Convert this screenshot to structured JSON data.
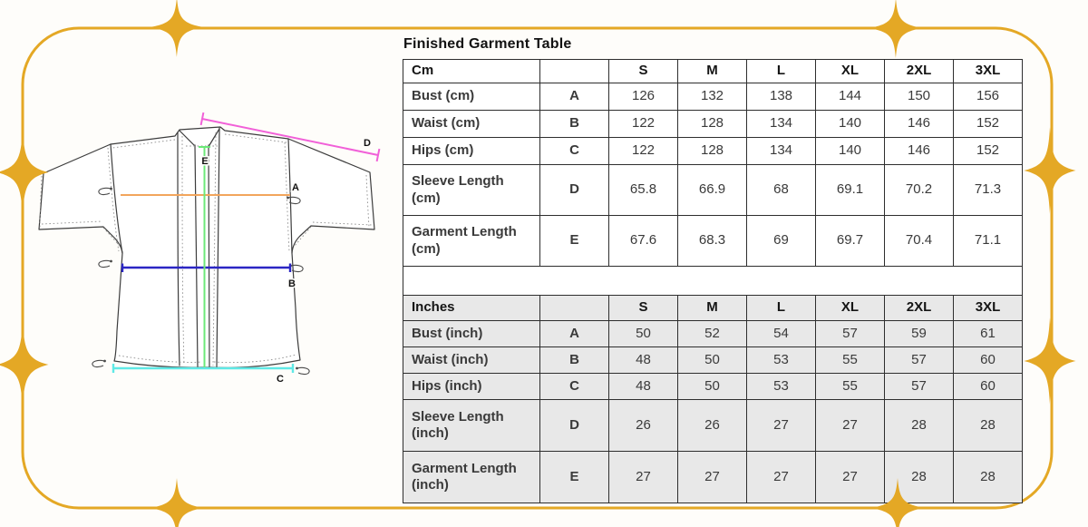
{
  "title": "Finished Garment Table",
  "decor": {
    "gold": "#E4A825"
  },
  "diagram": {
    "labels": {
      "bust": "A",
      "waist": "B",
      "hips": "C",
      "sleeve": "D",
      "length": "E"
    },
    "line_colors": {
      "bust_a": "#F2A55C",
      "waist_b": "#2B26C4",
      "hips_c": "#5FE9E6",
      "sleeve_d": "#F160D8",
      "length_e": "#6CE878"
    }
  },
  "cm_table": {
    "unit_header": "Cm",
    "size_headers": [
      "S",
      "M",
      "L",
      "XL",
      "2XL",
      "3XL"
    ],
    "rows": [
      {
        "label": "Bust (cm)",
        "letter": "A",
        "values": [
          "126",
          "132",
          "138",
          "144",
          "150",
          "156"
        ]
      },
      {
        "label": "Waist (cm)",
        "letter": "B",
        "values": [
          "122",
          "128",
          "134",
          "140",
          "146",
          "152"
        ]
      },
      {
        "label": "Hips (cm)",
        "letter": "C",
        "values": [
          "122",
          "128",
          "134",
          "140",
          "146",
          "152"
        ]
      },
      {
        "label": "Sleeve Length (cm)",
        "letter": "D",
        "values": [
          "65.8",
          "66.9",
          "68",
          "69.1",
          "70.2",
          "71.3"
        ]
      },
      {
        "label": "Garment Length (cm)",
        "letter": "E",
        "values": [
          "67.6",
          "68.3",
          "69",
          "69.7",
          "70.4",
          "71.1"
        ]
      }
    ]
  },
  "inch_table": {
    "unit_header": "Inches",
    "size_headers": [
      "S",
      "M",
      "L",
      "XL",
      "2XL",
      "3XL"
    ],
    "rows": [
      {
        "label": "Bust (inch)",
        "letter": "A",
        "values": [
          "50",
          "52",
          "54",
          "57",
          "59",
          "61"
        ]
      },
      {
        "label": "Waist (inch)",
        "letter": "B",
        "values": [
          "48",
          "50",
          "53",
          "55",
          "57",
          "60"
        ]
      },
      {
        "label": "Hips (inch)",
        "letter": "C",
        "values": [
          "48",
          "50",
          "53",
          "55",
          "57",
          "60"
        ]
      },
      {
        "label": "Sleeve Length (inch)",
        "letter": "D",
        "values": [
          "26",
          "26",
          "27",
          "27",
          "28",
          "28"
        ]
      },
      {
        "label": "Garment Length (inch)",
        "letter": "E",
        "values": [
          "27",
          "27",
          "27",
          "27",
          "28",
          "28"
        ]
      }
    ]
  }
}
